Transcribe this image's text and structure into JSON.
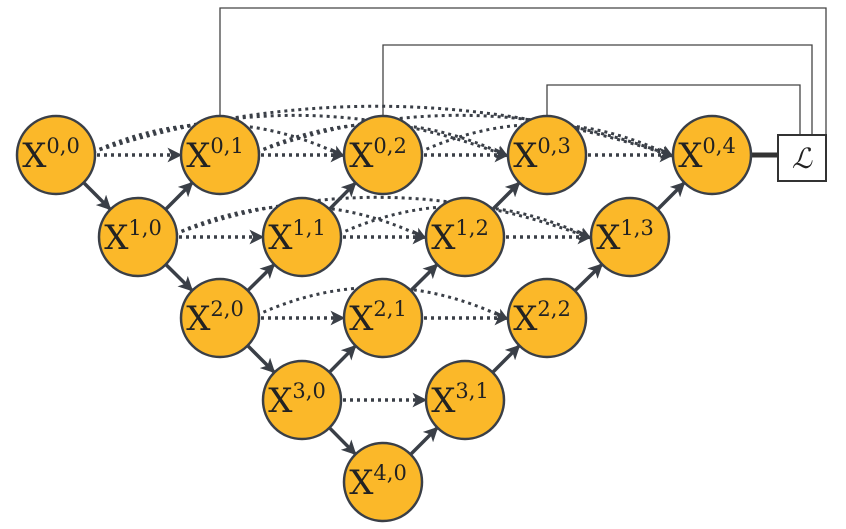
{
  "nodes": [
    {
      "id": "0-0",
      "base": "X",
      "sup": "0,0"
    },
    {
      "id": "1-0",
      "base": "X",
      "sup": "1,0"
    },
    {
      "id": "2-0",
      "base": "X",
      "sup": "2,0"
    },
    {
      "id": "3-0",
      "base": "X",
      "sup": "3,0"
    },
    {
      "id": "4-0",
      "base": "X",
      "sup": "4,0"
    },
    {
      "id": "0-1",
      "base": "X",
      "sup": "0,1"
    },
    {
      "id": "1-1",
      "base": "X",
      "sup": "1,1"
    },
    {
      "id": "2-1",
      "base": "X",
      "sup": "2,1"
    },
    {
      "id": "3-1",
      "base": "X",
      "sup": "3,1"
    },
    {
      "id": "0-2",
      "base": "X",
      "sup": "0,2"
    },
    {
      "id": "1-2",
      "base": "X",
      "sup": "1,2"
    },
    {
      "id": "2-2",
      "base": "X",
      "sup": "2,2"
    },
    {
      "id": "0-3",
      "base": "X",
      "sup": "0,3"
    },
    {
      "id": "1-3",
      "base": "X",
      "sup": "1,3"
    },
    {
      "id": "0-4",
      "base": "X",
      "sup": "0,4"
    }
  ],
  "loss": {
    "label": "ℒ"
  },
  "edges": {
    "solid": [
      [
        "0-0",
        "1-0"
      ],
      [
        "1-0",
        "2-0"
      ],
      [
        "2-0",
        "3-0"
      ],
      [
        "3-0",
        "4-0"
      ],
      [
        "1-0",
        "0-1"
      ],
      [
        "2-0",
        "1-1"
      ],
      [
        "3-0",
        "2-1"
      ],
      [
        "4-0",
        "3-1"
      ],
      [
        "1-1",
        "0-2"
      ],
      [
        "2-1",
        "1-2"
      ],
      [
        "3-1",
        "2-2"
      ],
      [
        "1-2",
        "0-3"
      ],
      [
        "2-2",
        "1-3"
      ],
      [
        "1-3",
        "0-4"
      ]
    ],
    "dotted": [
      [
        "0-0",
        "0-1"
      ],
      [
        "0-1",
        "0-2"
      ],
      [
        "0-2",
        "0-3"
      ],
      [
        "0-3",
        "0-4"
      ],
      [
        "1-0",
        "1-1"
      ],
      [
        "1-1",
        "1-2"
      ],
      [
        "1-2",
        "1-3"
      ],
      [
        "2-0",
        "2-1"
      ],
      [
        "2-1",
        "2-2"
      ],
      [
        "3-0",
        "3-1"
      ]
    ],
    "skip": [
      [
        "0-0",
        "0-2"
      ],
      [
        "0-0",
        "0-3"
      ],
      [
        "0-0",
        "0-4"
      ],
      [
        "0-1",
        "0-3"
      ],
      [
        "0-1",
        "0-4"
      ],
      [
        "0-2",
        "0-4"
      ],
      [
        "1-0",
        "1-2"
      ],
      [
        "1-0",
        "1-3"
      ],
      [
        "1-1",
        "1-3"
      ],
      [
        "2-0",
        "2-2"
      ]
    ],
    "supervision": [
      "0-1",
      "0-2",
      "0-3"
    ]
  }
}
